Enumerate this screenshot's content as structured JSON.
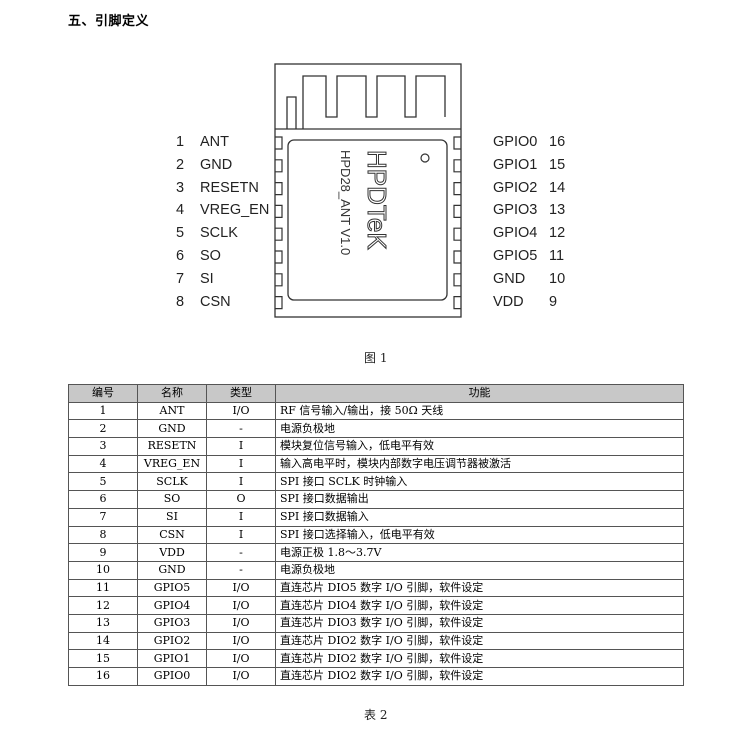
{
  "section_title": "五、引脚定义",
  "module": {
    "brand": "HPDTeK",
    "model": "HPD28_ANT V1.0"
  },
  "left_pins": [
    {
      "num": "1",
      "name": "ANT"
    },
    {
      "num": "2",
      "name": "GND"
    },
    {
      "num": "3",
      "name": "RESETN"
    },
    {
      "num": "4",
      "name": "VREG_EN"
    },
    {
      "num": "5",
      "name": "SCLK"
    },
    {
      "num": "6",
      "name": "SO"
    },
    {
      "num": "7",
      "name": "SI"
    },
    {
      "num": "8",
      "name": "CSN"
    }
  ],
  "right_pins": [
    {
      "num": "16",
      "name": "GPIO0"
    },
    {
      "num": "15",
      "name": "GPIO1"
    },
    {
      "num": "14",
      "name": "GPIO2"
    },
    {
      "num": "13",
      "name": "GPIO3"
    },
    {
      "num": "12",
      "name": "GPIO4"
    },
    {
      "num": "11",
      "name": "GPIO5"
    },
    {
      "num": "10",
      "name": "GND"
    },
    {
      "num": "9",
      "name": "VDD"
    }
  ],
  "figure_caption": "图 1",
  "table": {
    "headers": [
      "编号",
      "名称",
      "类型",
      "功能"
    ],
    "rows": [
      [
        "1",
        "ANT",
        "I/O",
        "RF 信号输入/输出，接 50Ω 天线"
      ],
      [
        "2",
        "GND",
        "-",
        "电源负极地"
      ],
      [
        "3",
        "RESETN",
        "I",
        "模块复位信号输入，低电平有效"
      ],
      [
        "4",
        "VREG_EN",
        "I",
        "输入高电平时，模块内部数字电压调节器被激活"
      ],
      [
        "5",
        "SCLK",
        "I",
        "SPI 接口 SCLK 时钟输入"
      ],
      [
        "6",
        "SO",
        "O",
        "SPI 接口数据输出"
      ],
      [
        "7",
        "SI",
        "I",
        "SPI 接口数据输入"
      ],
      [
        "8",
        "CSN",
        "I",
        "SPI 接口选择输入，低电平有效"
      ],
      [
        "9",
        "VDD",
        "-",
        "电源正极 1.8～3.7V"
      ],
      [
        "10",
        "GND",
        "-",
        "电源负极地"
      ],
      [
        "11",
        "GPIO5",
        "I/O",
        "直连芯片 DIO5 数字 I/O 引脚，软件设定"
      ],
      [
        "12",
        "GPIO4",
        "I/O",
        "直连芯片 DIO4 数字 I/O 引脚，软件设定"
      ],
      [
        "13",
        "GPIO3",
        "I/O",
        "直连芯片 DIO3 数字 I/O 引脚，软件设定"
      ],
      [
        "14",
        "GPIO2",
        "I/O",
        "直连芯片 DIO2 数字 I/O 引脚，软件设定"
      ],
      [
        "15",
        "GPIO1",
        "I/O",
        "直连芯片 DIO2 数字 I/O 引脚，软件设定"
      ],
      [
        "16",
        "GPIO0",
        "I/O",
        "直连芯片 DIO2 数字 I/O 引脚，软件设定"
      ]
    ]
  },
  "table_caption": "表 2"
}
